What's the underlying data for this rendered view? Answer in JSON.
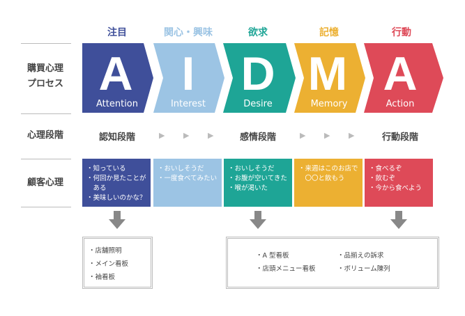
{
  "rows": {
    "process": [
      "購買心理",
      "プロセス"
    ],
    "stage": "心理段階",
    "psychology": "顧客心理"
  },
  "steps": [
    {
      "head": "注目",
      "letter": "A",
      "word": "Attention",
      "color": "#3f4f9a",
      "bullets": [
        "・知っている",
        "・何回か見たことが",
        "　ある",
        "・美味しいのかな？"
      ]
    },
    {
      "head": "関心・興味",
      "letter": "I",
      "word": "Interest",
      "color": "#9cc4e4",
      "bullets": [
        "・おいしそうだ",
        "・一度食べてみたい"
      ]
    },
    {
      "head": "欲求",
      "letter": "D",
      "word": "Desire",
      "color": "#1ea596",
      "bullets": [
        "・おいしそうだ",
        "・お腹が空いてきた",
        "・喉が渇いた"
      ]
    },
    {
      "head": "記憶",
      "letter": "M",
      "word": "Memory",
      "color": "#ecb032",
      "bullets": [
        "・来週はこのお店で",
        "　〇〇と飲もう"
      ]
    },
    {
      "head": "行動",
      "letter": "A",
      "word": "Action",
      "color": "#de4a58",
      "bullets": [
        "・食べるぞ",
        "・飲むぞ",
        "・今から食べよう"
      ]
    }
  ],
  "stages": {
    "cognition": "認知段階",
    "emotion": "感情段階",
    "action": "行動段階",
    "arrow": "▶"
  },
  "outputs": {
    "left": [
      "・店舗照明",
      "・メイン看板",
      "・袖看板"
    ],
    "right_col1": [
      "・A 型看板",
      "・店頭メニュー看板"
    ],
    "right_col2": [
      "・品揃えの訴求",
      "・ボリューム陳列"
    ]
  }
}
